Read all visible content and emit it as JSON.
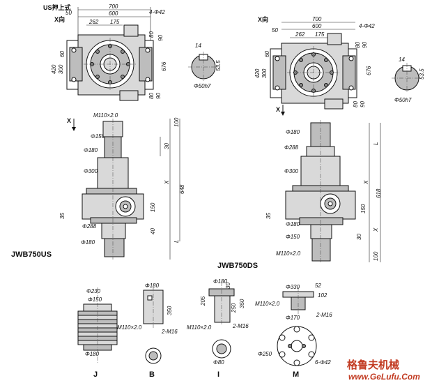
{
  "title": "US押上式",
  "views": {
    "left_top": {
      "direction": "X向",
      "dims": [
        "700",
        "600",
        "262",
        "175",
        "50",
        "4-Φ42",
        "80",
        "90",
        "420",
        "300",
        "60",
        "676",
        "80",
        "90"
      ]
    },
    "right_top": {
      "direction": "X向",
      "dims": [
        "700",
        "600",
        "262",
        "175",
        "50",
        "4-Φ42",
        "80",
        "90",
        "420",
        "300",
        "60",
        "676",
        "80",
        "90"
      ]
    },
    "key_left": {
      "dims": [
        "14",
        "53.5",
        "Φ50h7"
      ]
    },
    "key_right": {
      "dims": [
        "14",
        "53.5",
        "Φ50h7"
      ]
    },
    "left_side": {
      "arrow": "X",
      "dims": [
        "M110×2.0",
        "Φ150",
        "Φ180",
        "Φ300",
        "Φ288",
        "Φ180",
        "35",
        "150",
        "40",
        "30",
        "100",
        "X",
        "648",
        "L"
      ]
    },
    "right_side": {
      "arrow": "X",
      "dims": [
        "Φ180",
        "Φ288",
        "Φ300",
        "35",
        "150",
        "Φ180",
        "Φ150",
        "M110×2.0",
        "L",
        "X",
        "618",
        "30",
        "X",
        "100"
      ]
    }
  },
  "model_left": "JWB750US",
  "model_right": "JWB750DS",
  "details": {
    "J": {
      "letter": "J",
      "dims": [
        "Φ230",
        "Φ150",
        "Φ180"
      ]
    },
    "B": {
      "letter": "B",
      "dims": [
        "Φ180",
        "350",
        "M110×2.0",
        "2-M16"
      ]
    },
    "I": {
      "letter": "I",
      "dims": [
        "Φ180",
        "205",
        "250",
        "350",
        "30",
        "M110×2.0",
        "2-M16",
        "Φ80"
      ]
    },
    "M": {
      "letter": "M",
      "dims": [
        "Φ330",
        "52",
        "102",
        "M110×2.0",
        "Φ170",
        "2-M16",
        "Φ250",
        "6-Φ42"
      ]
    }
  },
  "watermark": {
    "cn": "格鲁夫机械",
    "url": "www.GeLufu.Com"
  }
}
